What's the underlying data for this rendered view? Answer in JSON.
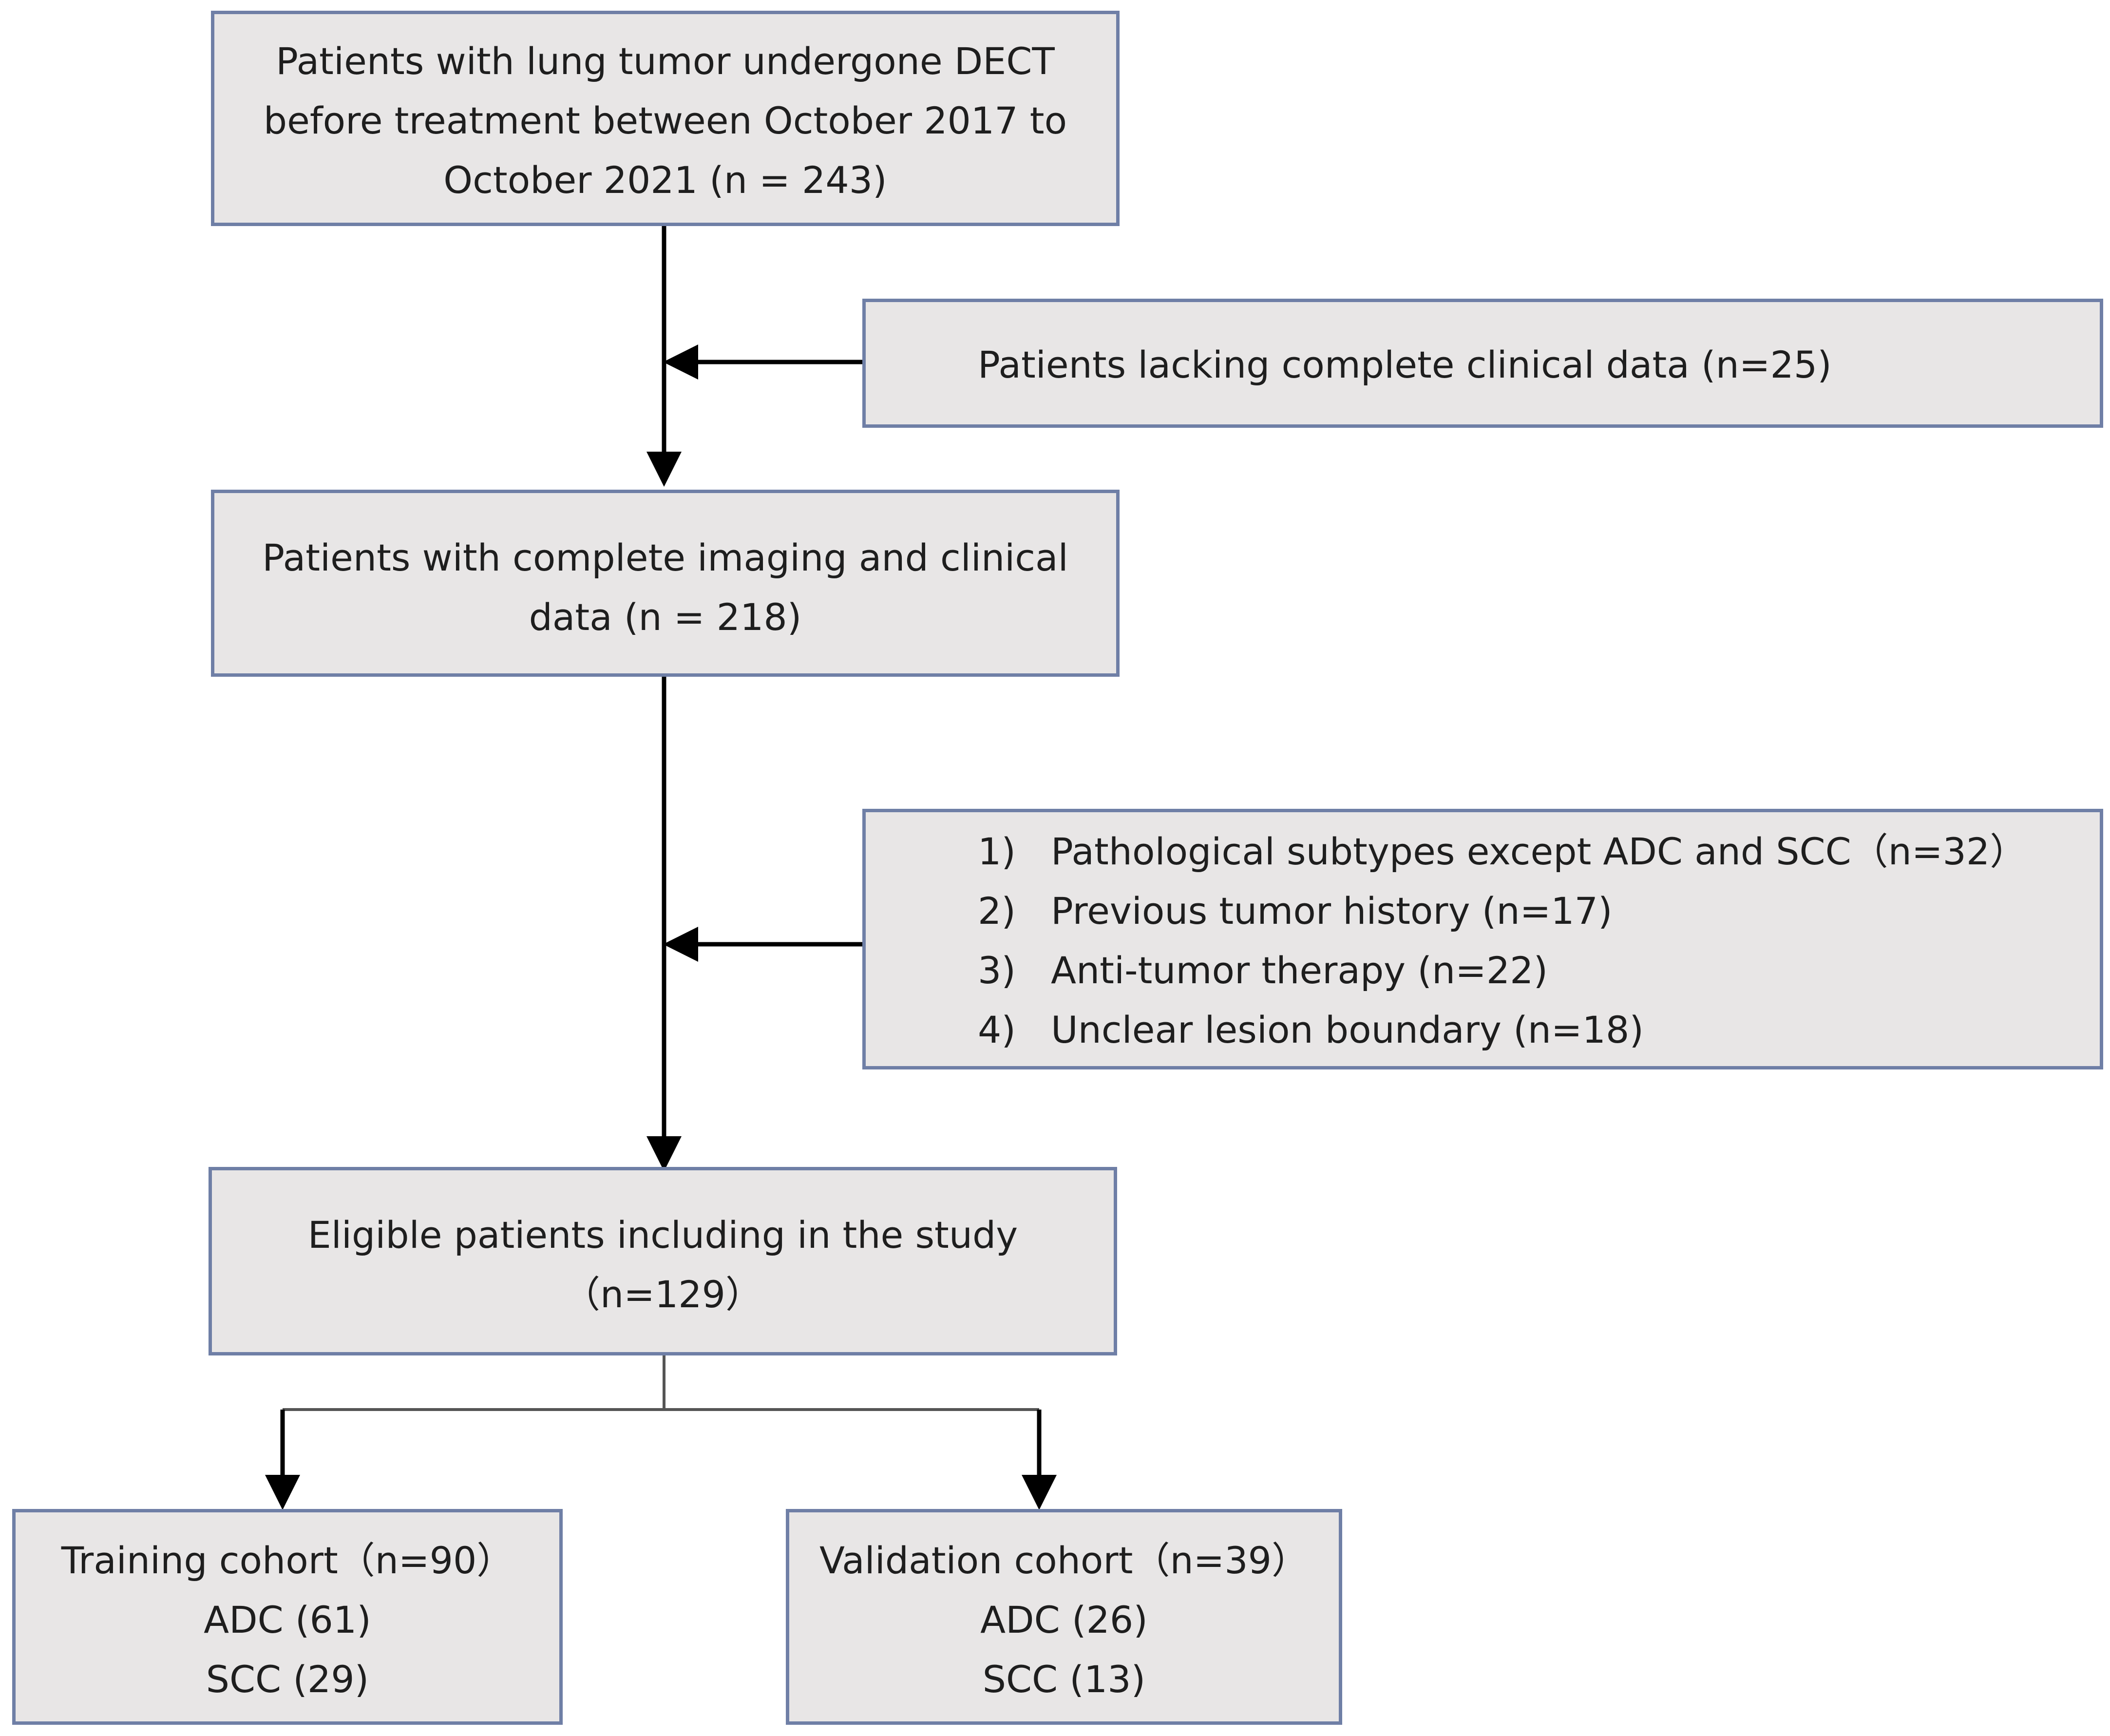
{
  "flowchart": {
    "initial": {
      "lines": [
        "Patients with lung tumor undergone DECT",
        "before treatment between October 2017 to",
        "October 2021 (n = 243)"
      ]
    },
    "exclusion_1": {
      "text": "Patients lacking complete clinical data (n=25)"
    },
    "complete": {
      "lines": [
        "Patients with complete imaging and clinical",
        "data (n = 218)"
      ]
    },
    "exclusion_2": {
      "items": [
        {
          "number": "1)",
          "text": "Pathological subtypes except ADC and SCC（n=32）"
        },
        {
          "number": "2)",
          "text": "Previous tumor history (n=17)"
        },
        {
          "number": "3)",
          "text": "Anti-tumor therapy (n=22)"
        },
        {
          "number": "4)",
          "text": "Unclear lesion boundary (n=18)"
        }
      ]
    },
    "eligible": {
      "lines": [
        "Eligible patients including in the study",
        "（n=129）"
      ]
    },
    "training": {
      "lines": [
        "Training cohort（n=90）",
        "ADC (61)",
        "SCC (29)"
      ]
    },
    "validation": {
      "lines": [
        "Validation cohort（n=39）",
        "ADC (26)",
        "SCC (13)"
      ]
    }
  },
  "colors": {
    "box_fill": "#e8e6e6",
    "box_border": "#6f7fa6",
    "arrow": "#000000",
    "split_line": "#555555"
  }
}
